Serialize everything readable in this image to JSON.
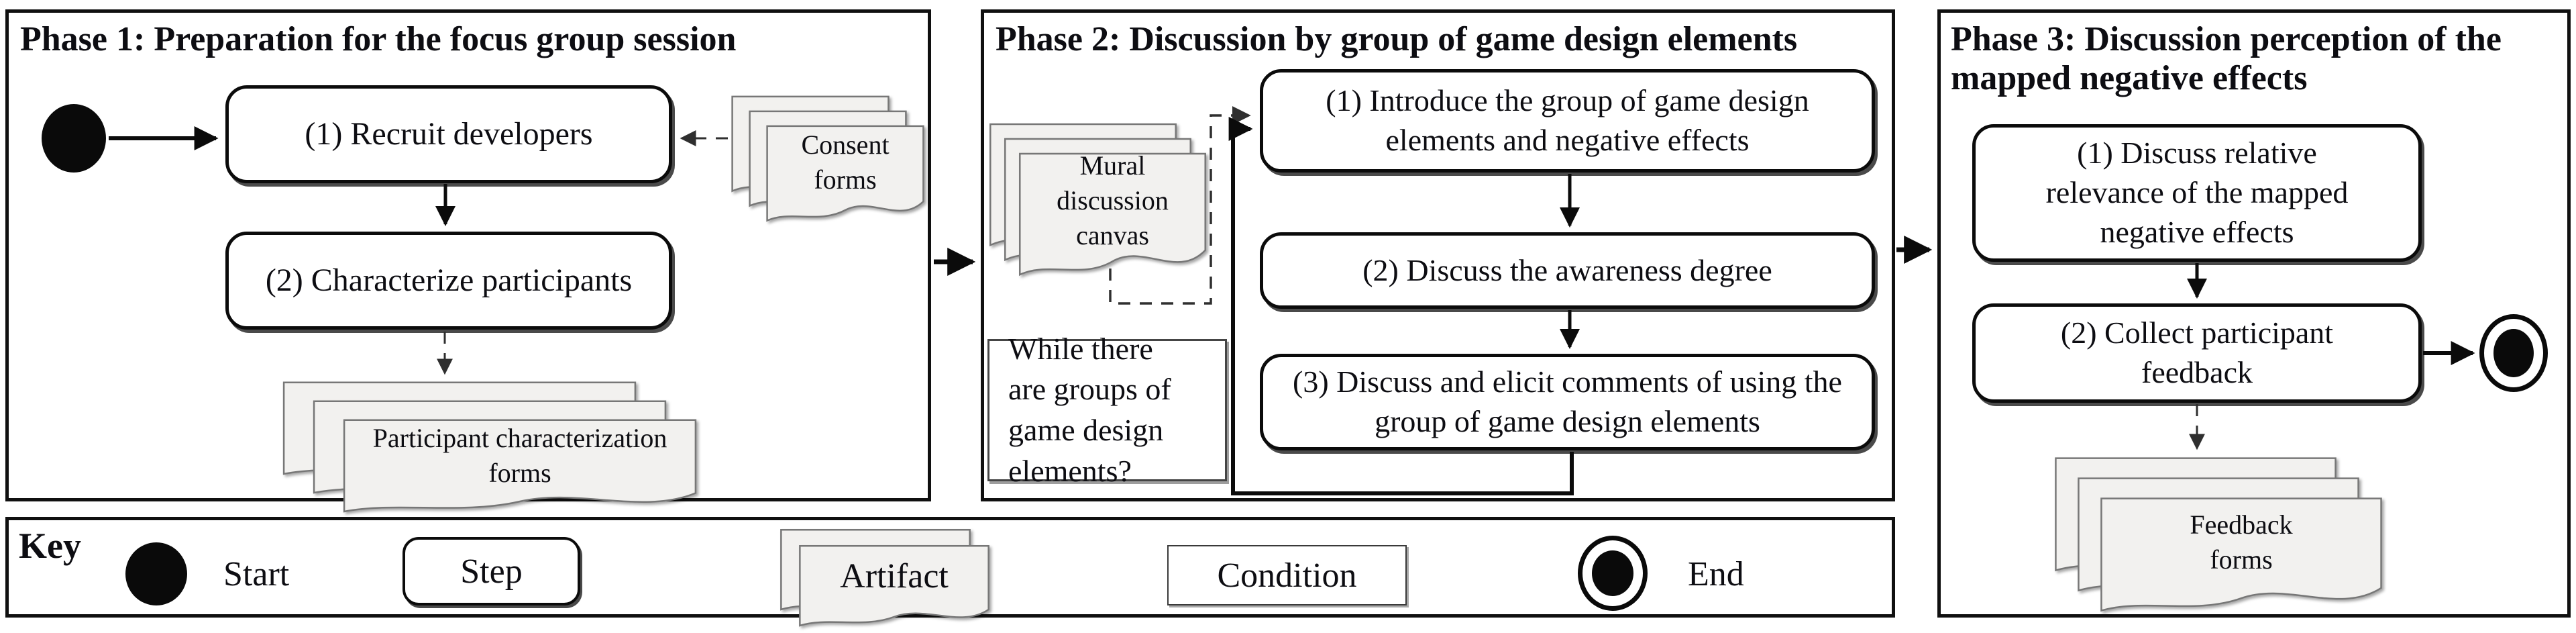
{
  "figure": {
    "phase1": {
      "title": "Phase 1: Preparation for the focus group session",
      "step1": "(1) Recruit developers",
      "step2": "(2) Characterize participants",
      "artifact_consent": "Consent forms",
      "artifact_characterization": "Participant characterization forms"
    },
    "phase2": {
      "title": "Phase 2: Discussion by group of game design elements",
      "step1": "(1) Introduce the group of game design elements and negative effects",
      "step2": "(2) Discuss the awareness degree",
      "step3": "(3) Discuss and elicit comments of using the group of game design elements",
      "artifact_canvas": "Mural discussion canvas",
      "condition": "While there are groups of game design elements?"
    },
    "phase3": {
      "title": "Phase 3: Discussion perception of the mapped negative effects",
      "step1": "(1) Discuss relative relevance of the mapped negative effects",
      "step2": "(2) Collect participant feedback",
      "artifact_feedback": "Feedback forms"
    },
    "key": {
      "label": "Key",
      "start_label": "Start",
      "step_label": "Step",
      "artifact_label": "Artifact",
      "condition_label": "Condition",
      "end_label": "End"
    },
    "icons": {
      "start": "filled-black-circle",
      "end": "ringed-black-circle",
      "step": "rounded-rectangle",
      "condition": "plain-rectangle",
      "artifact": "stacked-documents-with-wavy-bottom",
      "flow": "solid-arrow",
      "artifact_flow": "dashed-arrow"
    },
    "colors": {
      "background": "#ffffff",
      "line": "#0b0b0b",
      "dashed_line": "#2f2f2f",
      "box_fill": "#ffffff",
      "artifact_fill": "#f2f1ef",
      "artifact_border": "#777777",
      "text": "#0d0d12",
      "shadow": "#4a4a4a"
    }
  }
}
